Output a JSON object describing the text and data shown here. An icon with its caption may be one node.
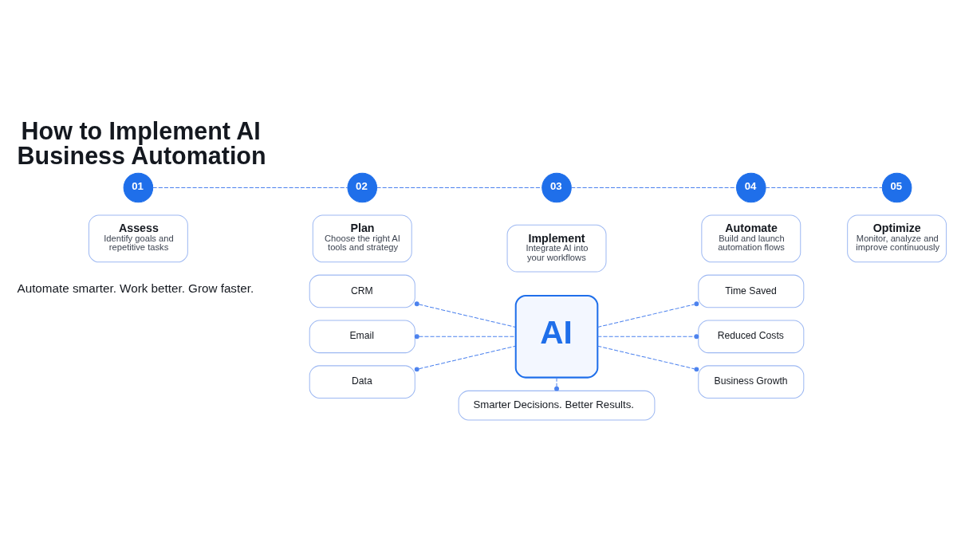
{
  "diagram": {
    "title": "How to Implement AI Business Automation",
    "nodes": [
      {
        "text": [
          "01"
        ]
      },
      {
        "text": [
          "02"
        ]
      },
      {
        "text": [
          "03"
        ]
      },
      {
        "text": [
          "04"
        ]
      },
      {
        "text": [
          "05"
        ]
      },
      {
        "text": [
          "Assess",
          "Identify goals and repetitive tasks"
        ]
      },
      {
        "text": [
          "Plan",
          "Choose the right AI tools and strategy"
        ]
      },
      {
        "text": [
          "Implement",
          "Integrate AI into your workflows"
        ]
      },
      {
        "text": [
          "Automate",
          "Build and launch automation flows"
        ]
      },
      {
        "text": [
          "Optimize",
          "Monitor, analyze and improve continuously"
        ]
      },
      {
        "text": [
          "CRM"
        ]
      },
      {
        "text": [
          "Email"
        ]
      },
      {
        "text": [
          "Data"
        ]
      },
      {
        "text": [
          "AI"
        ]
      },
      {
        "text": [
          "Time Saved"
        ]
      },
      {
        "text": [
          "Reduced Costs"
        ]
      },
      {
        "text": [
          "Business Growth"
        ]
      },
      {
        "text": [
          "Smarter Decisions. Better Results."
        ]
      }
    ],
    "edges": [
      {
        "from": 0,
        "to": 1,
        "arrow": "none",
        "style": "dashed"
      },
      {
        "from": 1,
        "to": 2,
        "arrow": "none",
        "style": "dashed"
      },
      {
        "from": 2,
        "to": 3,
        "arrow": "none",
        "style": "dashed"
      },
      {
        "from": 3,
        "to": 4,
        "arrow": "none",
        "style": "dashed"
      },
      {
        "from": 10,
        "to": 13,
        "arrow": "other",
        "style": "dashed"
      },
      {
        "from": 11,
        "to": 13,
        "arrow": "other",
        "style": "dashed"
      },
      {
        "from": 12,
        "to": 13,
        "arrow": "other",
        "style": "dashed"
      },
      {
        "from": 13,
        "to": 14,
        "arrow": "other",
        "style": "dashed"
      },
      {
        "from": 13,
        "to": 15,
        "arrow": "other",
        "style": "dashed"
      },
      {
        "from": 13,
        "to": 16,
        "arrow": "other",
        "style": "dashed"
      },
      {
        "from": 13,
        "to": 17,
        "arrow": "other",
        "style": "dashed"
      }
    ],
    "labels": [
      "Automate smarter. Work better. Grow faster."
    ]
  }
}
